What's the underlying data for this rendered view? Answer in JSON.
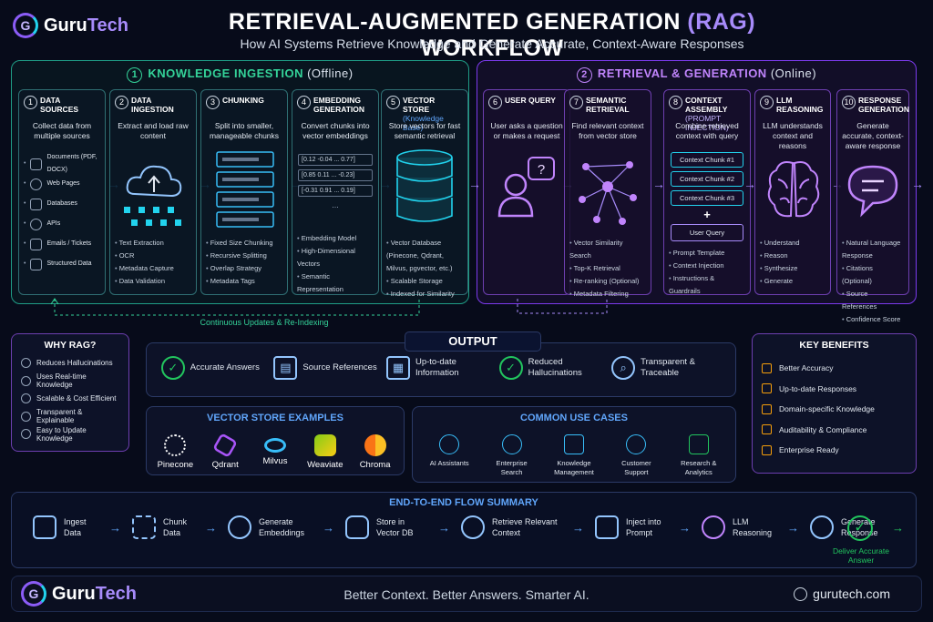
{
  "brand": {
    "name_a": "Guru",
    "name_b": "Tech",
    "logo_letter": "G"
  },
  "title": {
    "main_a": "RETRIEVAL-AUGMENTED GENERATION ",
    "main_rag": "(RAG)",
    "main_b": " WORKFLOW",
    "subtitle": "How AI Systems Retrieve Knowledge and Generate Accurate, Context-Aware Responses"
  },
  "ingestion": {
    "num": "1",
    "title": "KNOWLEDGE INGESTION",
    "mode": "(Offline)",
    "reindex": "Continuous Updates & Re-Indexing"
  },
  "retrieval": {
    "num": "2",
    "title": "RETRIEVAL & GENERATION",
    "mode": "(Online)"
  },
  "steps": [
    {
      "num": "1",
      "title": "DATA SOURCES",
      "tag": "",
      "desc": "Collect data from multiple sources",
      "items": [
        "Documents (PDF, DOCX)",
        "Web Pages",
        "Databases",
        "APIs",
        "Emails / Tickets",
        "Structured Data"
      ]
    },
    {
      "num": "2",
      "title": "DATA INGESTION",
      "tag": "",
      "desc": "Extract and load raw content",
      "items": [
        "Text Extraction",
        "OCR",
        "Metadata Capture",
        "Data Validation"
      ]
    },
    {
      "num": "3",
      "title": "CHUNKING",
      "tag": "",
      "desc": "Split into smaller, manageable chunks",
      "items": [
        "Fixed Size Chunking",
        "Recursive Splitting",
        "Overlap Strategy",
        "Metadata Tags"
      ]
    },
    {
      "num": "4",
      "title": "EMBEDDING GENERATION",
      "tag": "",
      "desc": "Convert chunks into vector embeddings",
      "items": [
        "Embedding Model",
        "High-Dimensional Vectors",
        "Semantic Representation"
      ]
    },
    {
      "num": "5",
      "title": "VECTOR STORE",
      "tag": "(Knowledge Base)",
      "desc": "Store vectors for fast semantic retrieval",
      "items": [
        "Vector Database (Pinecone, Qdrant, Milvus, pgvector, etc.)",
        "Scalable Storage",
        "Indexed for Similarity"
      ]
    },
    {
      "num": "6",
      "title": "USER QUERY",
      "tag": "",
      "desc": "User asks a question or makes a request",
      "items": []
    },
    {
      "num": "7",
      "title": "SEMANTIC RETRIEVAL",
      "tag": "",
      "desc": "Find relevant context from vector store",
      "items": [
        "Vector Similarity Search",
        "Top-K Retrieval",
        "Re-ranking (Optional)",
        "Metadata Filtering"
      ]
    },
    {
      "num": "8",
      "title": "CONTEXT ASSEMBLY",
      "tag": "(PROMPT INJECTION)",
      "desc": "Combine retrieved context with query",
      "items": [
        "Prompt Template",
        "Context Injection",
        "Instructions & Guardrails"
      ]
    },
    {
      "num": "9",
      "title": "LLM REASONING",
      "tag": "",
      "desc": "LLM understands context and reasons",
      "items": [
        "Understand",
        "Reason",
        "Synthesize",
        "Generate"
      ]
    },
    {
      "num": "10",
      "title": "RESPONSE GENERATION",
      "tag": "",
      "desc": "Generate accurate, context-aware response",
      "items": [
        "Natural Language Response",
        "Citations (Optional)",
        "Source References",
        "Confidence Score"
      ]
    }
  ],
  "vectors": [
    "[0.12   -0.04   ...   0.77]",
    "[0.85   0.11   ...   -0.23]",
    "[-0.31   0.91   ...   0.19]",
    "..."
  ],
  "context_chunks": [
    "Context Chunk #1",
    "Context Chunk #2",
    "Context Chunk #3"
  ],
  "plus": "+",
  "user_query_chip": "User Query",
  "why": {
    "title": "WHY RAG?",
    "items": [
      "Reduces Hallucinations",
      "Uses Real-time Knowledge",
      "Scalable & Cost Efficient",
      "Transparent & Explainable",
      "Easy to Update Knowledge"
    ]
  },
  "output": {
    "title": "OUTPUT",
    "items": [
      "Accurate Answers",
      "Source References",
      "Up-to-date Information",
      "Reduced Hallucinations",
      "Transparent & Traceable"
    ]
  },
  "benefits": {
    "title": "KEY BENEFITS",
    "items": [
      "Better Accuracy",
      "Up-to-date Responses",
      "Domain-specific Knowledge",
      "Auditability & Compliance",
      "Enterprise Ready"
    ]
  },
  "vector_examples": {
    "title": "VECTOR STORE EXAMPLES",
    "items": [
      "Pinecone",
      "Qdrant",
      "Milvus",
      "Weaviate",
      "Chroma"
    ]
  },
  "use_cases": {
    "title": "COMMON USE CASES",
    "items": [
      "AI Assistants",
      "Enterprise Search",
      "Knowledge Management",
      "Customer Support",
      "Research & Analytics"
    ]
  },
  "flow": {
    "title": "END-TO-END FLOW SUMMARY",
    "steps": [
      "Ingest Data",
      "Chunk Data",
      "Generate Embeddings",
      "Store in Vector DB",
      "Retrieve Relevant Context",
      "Inject into Prompt",
      "LLM Reasoning",
      "Generate Response"
    ],
    "final": "Deliver Accurate Answer"
  },
  "footer": {
    "tagline": "Better Context. Better Answers. Smarter AI.",
    "site": "gurutech.com"
  },
  "colors": {
    "teal": "#1f9d86",
    "violet": "#7c3aed",
    "accent": "#a78bfa",
    "cyan": "#38bdf8",
    "gold": "#f59e0b",
    "green": "#22c55e"
  }
}
